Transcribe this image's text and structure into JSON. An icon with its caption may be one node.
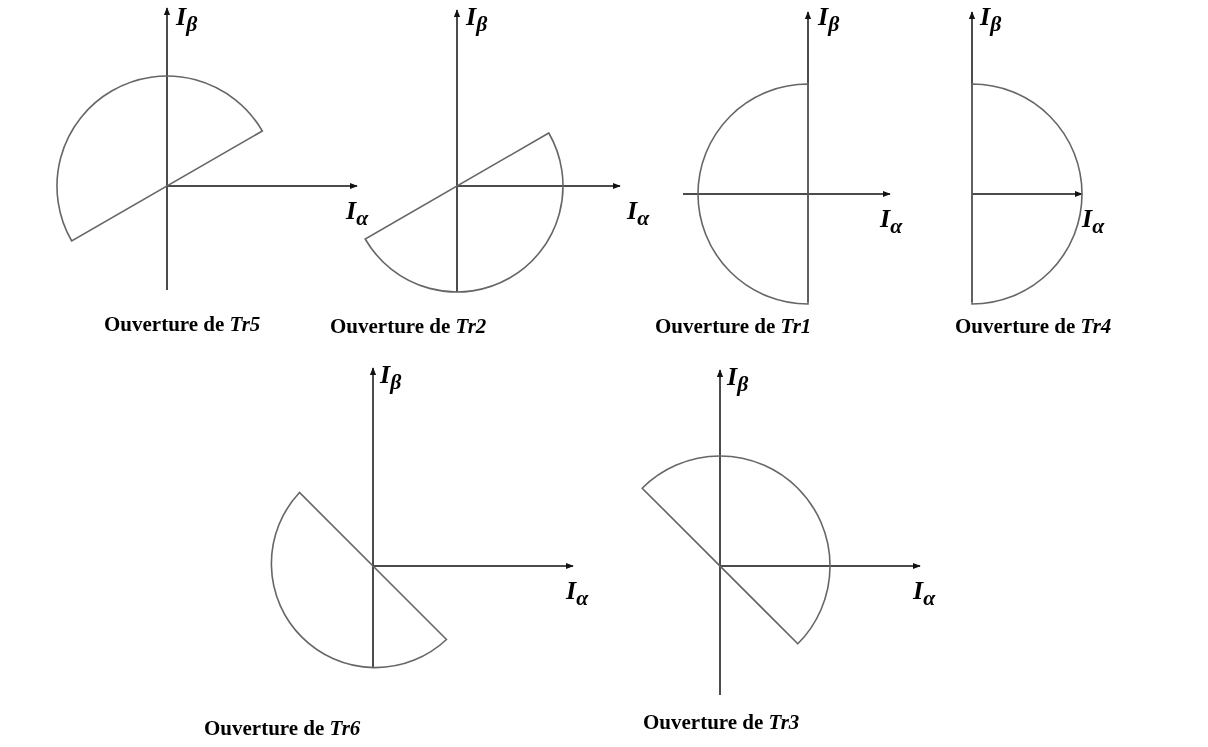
{
  "diagram": {
    "labels": [
      "I$_{β}$",
      "I$_{β}$",
      "I$_{β}$",
      "I$_{β}$",
      "I$_{α}$",
      "I$_{α}$",
      "I$_{α}$",
      "I$_{α}$",
      "Ouverture de *Tr5*",
      "Ouverture de *Tr2*",
      "Ouverture de *Tr1*",
      "Ouverture de *Tr4*",
      "I$_{β}$",
      "I$_{β}$",
      "I$_{α}$",
      "I$_{α}$",
      "Ouverture de *Tr6*",
      "Ouverture de *Tr3*"
    ]
  }
}
